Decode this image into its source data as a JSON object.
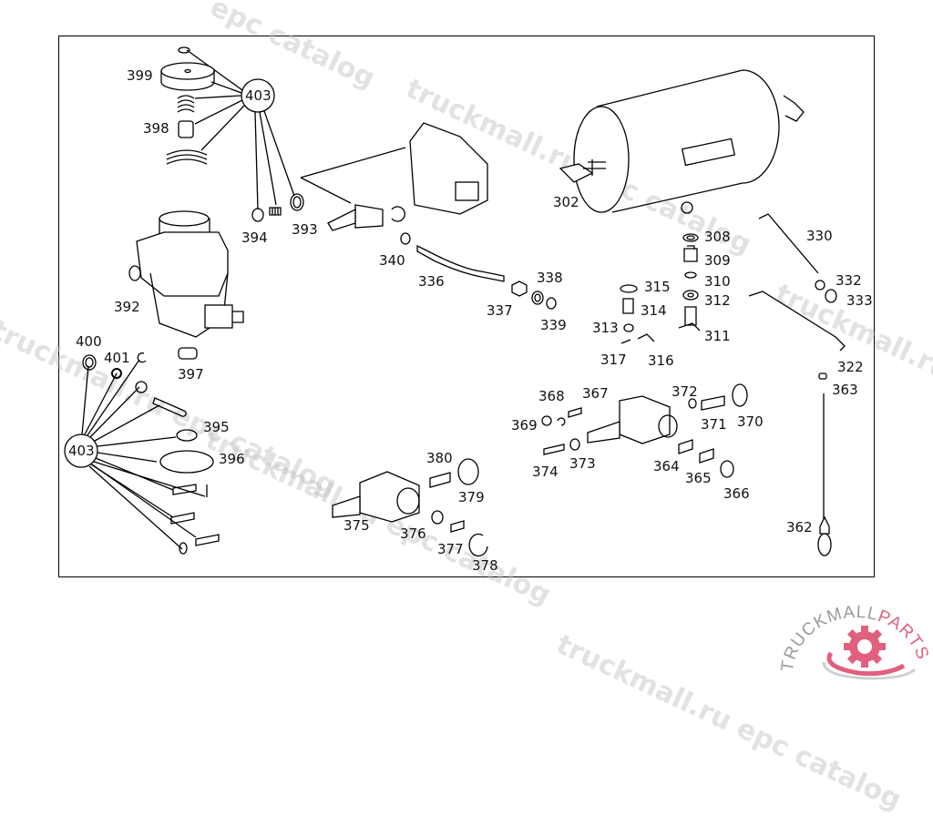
{
  "diagram": {
    "type": "exploded-parts-diagram",
    "subject": "Air compressor, air reservoir and pressure regulator assembly",
    "kit_callouts": [
      "403",
      "403"
    ],
    "part_labels": [
      {
        "id": "399",
        "text": "399"
      },
      {
        "id": "403a",
        "text": "403"
      },
      {
        "id": "398",
        "text": "398"
      },
      {
        "id": "394",
        "text": "394"
      },
      {
        "id": "393",
        "text": "393"
      },
      {
        "id": "392",
        "text": "392"
      },
      {
        "id": "397",
        "text": "397"
      },
      {
        "id": "400",
        "text": "400"
      },
      {
        "id": "401",
        "text": "401"
      },
      {
        "id": "403b",
        "text": "403"
      },
      {
        "id": "395",
        "text": "395"
      },
      {
        "id": "396",
        "text": "396"
      },
      {
        "id": "340",
        "text": "340"
      },
      {
        "id": "336",
        "text": "336"
      },
      {
        "id": "337",
        "text": "337"
      },
      {
        "id": "338",
        "text": "338"
      },
      {
        "id": "339",
        "text": "339"
      },
      {
        "id": "302",
        "text": "302"
      },
      {
        "id": "308",
        "text": "308"
      },
      {
        "id": "309",
        "text": "309"
      },
      {
        "id": "310",
        "text": "310"
      },
      {
        "id": "312",
        "text": "312"
      },
      {
        "id": "311",
        "text": "311"
      },
      {
        "id": "315",
        "text": "315"
      },
      {
        "id": "314",
        "text": "314"
      },
      {
        "id": "313",
        "text": "313"
      },
      {
        "id": "317",
        "text": "317"
      },
      {
        "id": "316",
        "text": "316"
      },
      {
        "id": "330",
        "text": "330"
      },
      {
        "id": "332",
        "text": "332"
      },
      {
        "id": "333",
        "text": "333"
      },
      {
        "id": "322",
        "text": "322"
      },
      {
        "id": "363",
        "text": "363"
      },
      {
        "id": "362",
        "text": "362"
      },
      {
        "id": "368",
        "text": "368"
      },
      {
        "id": "367",
        "text": "367"
      },
      {
        "id": "369",
        "text": "369"
      },
      {
        "id": "374",
        "text": "374"
      },
      {
        "id": "373",
        "text": "373"
      },
      {
        "id": "372",
        "text": "372"
      },
      {
        "id": "371",
        "text": "371"
      },
      {
        "id": "370",
        "text": "370"
      },
      {
        "id": "364",
        "text": "364"
      },
      {
        "id": "365",
        "text": "365"
      },
      {
        "id": "366",
        "text": "366"
      },
      {
        "id": "380",
        "text": "380"
      },
      {
        "id": "379",
        "text": "379"
      },
      {
        "id": "375",
        "text": "375"
      },
      {
        "id": "376",
        "text": "376"
      },
      {
        "id": "377",
        "text": "377"
      },
      {
        "id": "378",
        "text": "378"
      }
    ]
  },
  "watermarks": [
    "truckmall.ru epc catalog",
    "truckmall.ru epc catalog",
    "truckmall.ru epc catalog",
    "epc catalog",
    "truckmall.ru epc catalog",
    "truckmall.ru e"
  ],
  "logo": {
    "text_main": "TRUCKMALL",
    "text_accent": "PARTS",
    "main_color": "#9a9a9a",
    "accent_color": "#e0607e"
  }
}
